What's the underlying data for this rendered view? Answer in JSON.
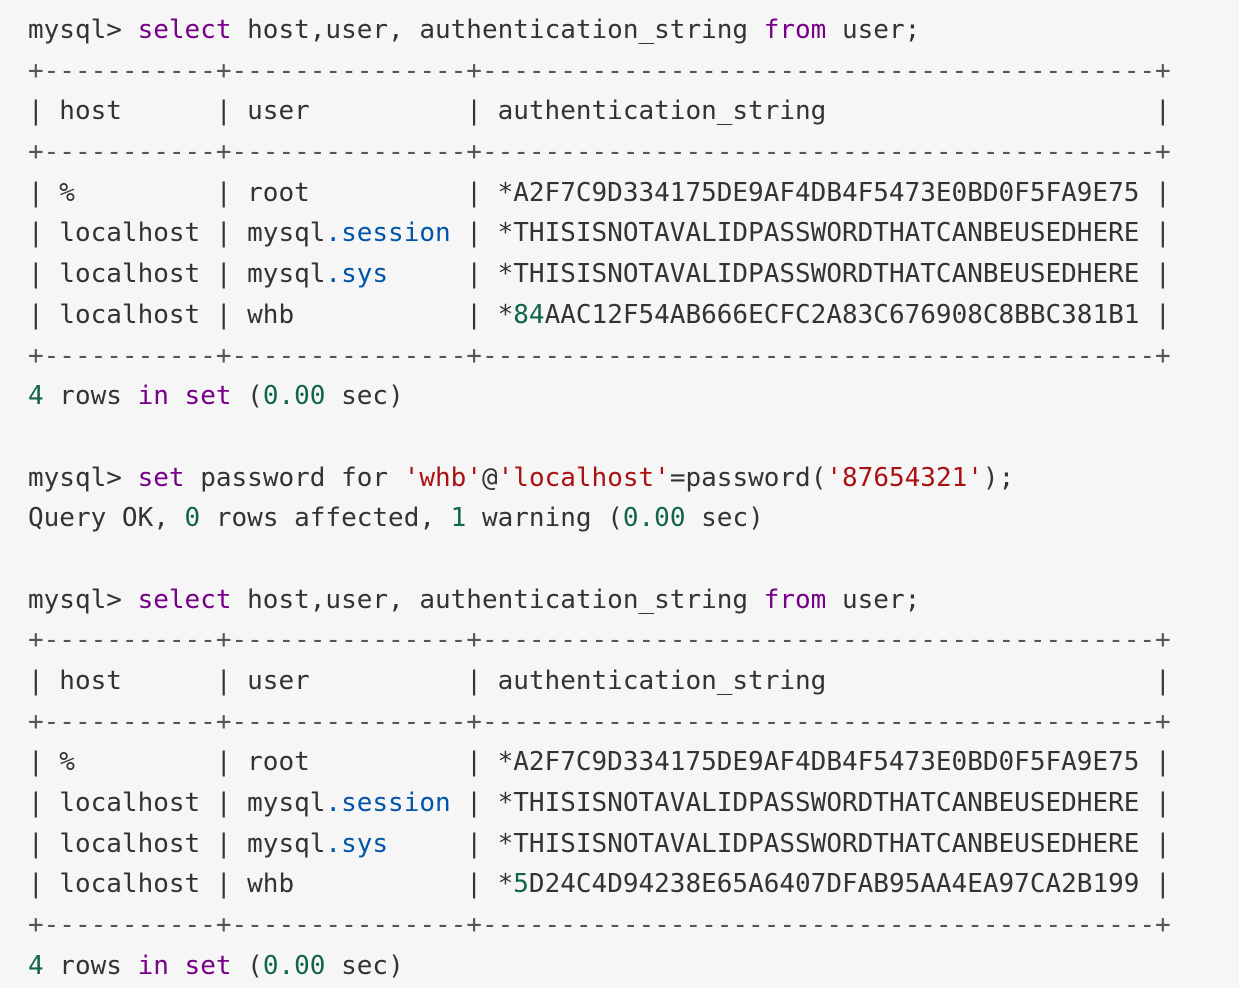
{
  "colors": {
    "background": "#f6f6f6",
    "text": "#333333",
    "keyword": "#770088",
    "number": "#116644",
    "string": "#aa1111",
    "property": "#0055aa"
  },
  "lines": [
    [
      {
        "t": "mysql> "
      },
      {
        "t": "select",
        "c": "kw"
      },
      {
        "t": " host,user, authentication_string "
      },
      {
        "t": "from",
        "c": "kw"
      },
      {
        "t": " user;"
      }
    ],
    [
      {
        "t": "+-----------+---------------+-------------------------------------------+",
        "c": "border"
      }
    ],
    [
      {
        "t": "| host      | user          | authentication_string                     |"
      }
    ],
    [
      {
        "t": "+-----------+---------------+-------------------------------------------+",
        "c": "border"
      }
    ],
    [
      {
        "t": "| %         | root          | *A2F7C9D334175DE9AF4DB4F5473E0BD0F5FA9E75 |"
      }
    ],
    [
      {
        "t": "| localhost | mysql"
      },
      {
        "t": ".session",
        "c": "prop"
      },
      {
        "t": " | *THISISNOTAVALIDPASSWORDTHATCANBEUSEDHERE |"
      }
    ],
    [
      {
        "t": "| localhost | mysql"
      },
      {
        "t": ".sys",
        "c": "prop"
      },
      {
        "t": "     | *THISISNOTAVALIDPASSWORDTHATCANBEUSEDHERE |"
      }
    ],
    [
      {
        "t": "| localhost | whb           | *"
      },
      {
        "t": "84",
        "c": "num"
      },
      {
        "t": "AAC12F54AB666ECFC2A83C676908C8BBC381B1 |"
      }
    ],
    [
      {
        "t": "+-----------+---------------+-------------------------------------------+",
        "c": "border"
      }
    ],
    [
      {
        "t": "4",
        "c": "num"
      },
      {
        "t": " rows "
      },
      {
        "t": "in",
        "c": "kw"
      },
      {
        "t": " "
      },
      {
        "t": "set",
        "c": "kw"
      },
      {
        "t": " ("
      },
      {
        "t": "0.00",
        "c": "num"
      },
      {
        "t": " sec)"
      }
    ],
    [
      {
        "t": " "
      }
    ],
    [
      {
        "t": "mysql> "
      },
      {
        "t": "set",
        "c": "kw"
      },
      {
        "t": " password for "
      },
      {
        "t": "'whb'",
        "c": "str"
      },
      {
        "t": "@"
      },
      {
        "t": "'localhost'",
        "c": "str"
      },
      {
        "t": "=password("
      },
      {
        "t": "'87654321'",
        "c": "str"
      },
      {
        "t": ");"
      }
    ],
    [
      {
        "t": "Query OK, "
      },
      {
        "t": "0",
        "c": "num"
      },
      {
        "t": " rows affected, "
      },
      {
        "t": "1",
        "c": "num"
      },
      {
        "t": " warning ("
      },
      {
        "t": "0.00",
        "c": "num"
      },
      {
        "t": " sec)"
      }
    ],
    [
      {
        "t": " "
      }
    ],
    [
      {
        "t": "mysql> "
      },
      {
        "t": "select",
        "c": "kw"
      },
      {
        "t": " host,user, authentication_string "
      },
      {
        "t": "from",
        "c": "kw"
      },
      {
        "t": " user;"
      }
    ],
    [
      {
        "t": "+-----------+---------------+-------------------------------------------+",
        "c": "border"
      }
    ],
    [
      {
        "t": "| host      | user          | authentication_string                     |"
      }
    ],
    [
      {
        "t": "+-----------+---------------+-------------------------------------------+",
        "c": "border"
      }
    ],
    [
      {
        "t": "| %         | root          | *A2F7C9D334175DE9AF4DB4F5473E0BD0F5FA9E75 |"
      }
    ],
    [
      {
        "t": "| localhost | mysql"
      },
      {
        "t": ".session",
        "c": "prop"
      },
      {
        "t": " | *THISISNOTAVALIDPASSWORDTHATCANBEUSEDHERE |"
      }
    ],
    [
      {
        "t": "| localhost | mysql"
      },
      {
        "t": ".sys",
        "c": "prop"
      },
      {
        "t": "     | *THISISNOTAVALIDPASSWORDTHATCANBEUSEDHERE |"
      }
    ],
    [
      {
        "t": "| localhost | whb           | *"
      },
      {
        "t": "5",
        "c": "num"
      },
      {
        "t": "D24C4D94238E65A6407DFAB95AA4EA97CA2B199 |"
      }
    ],
    [
      {
        "t": "+-----------+---------------+-------------------------------------------+",
        "c": "border"
      }
    ],
    [
      {
        "t": "4",
        "c": "num"
      },
      {
        "t": " rows "
      },
      {
        "t": "in",
        "c": "kw"
      },
      {
        "t": " "
      },
      {
        "t": "set",
        "c": "kw"
      },
      {
        "t": " ("
      },
      {
        "t": "0.00",
        "c": "num"
      },
      {
        "t": " sec)"
      }
    ]
  ]
}
